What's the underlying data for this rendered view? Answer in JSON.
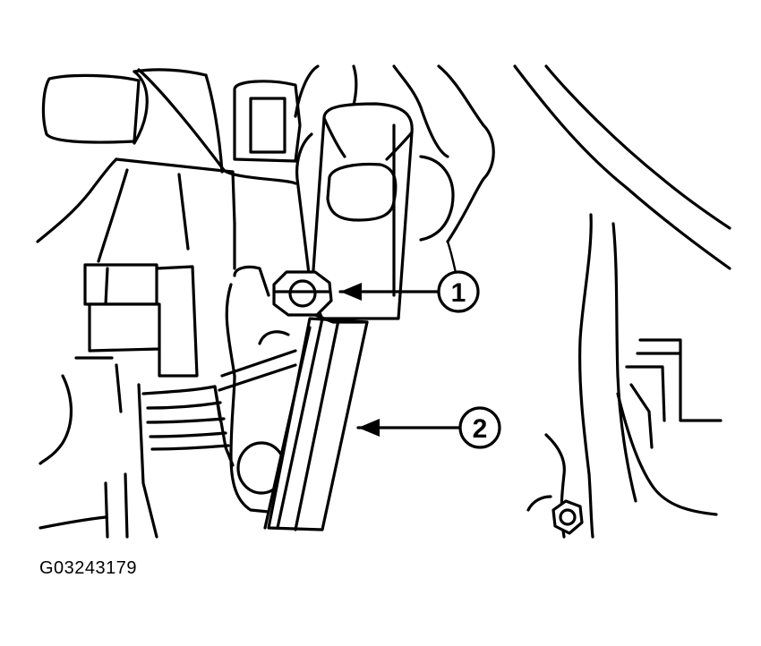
{
  "figure_id": "G03243179",
  "callouts": [
    {
      "number": "1"
    },
    {
      "number": "2"
    }
  ],
  "colors": {
    "line": "#000000",
    "background": "#ffffff"
  }
}
